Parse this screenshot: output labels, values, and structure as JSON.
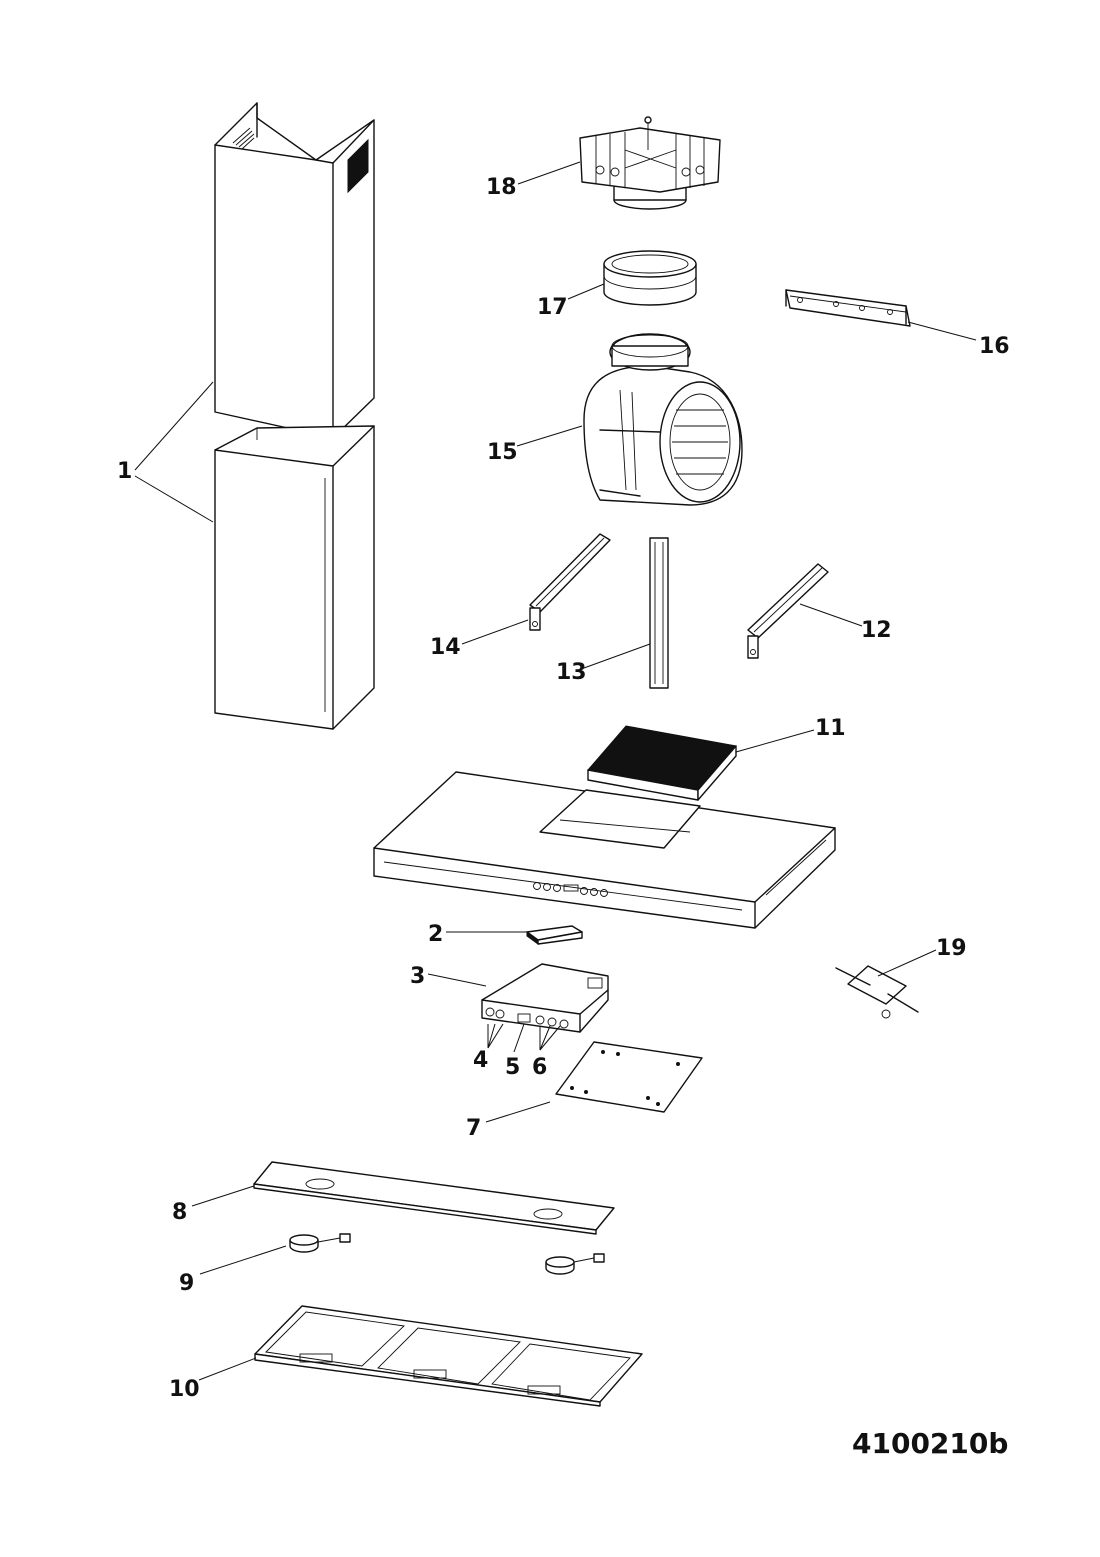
{
  "drawing_code": "4100210b",
  "part_labels": [
    "1",
    "2",
    "3",
    "4",
    "5",
    "6",
    "7",
    "8",
    "9",
    "10",
    "11",
    "12",
    "13",
    "14",
    "15",
    "16",
    "17",
    "18",
    "19"
  ]
}
